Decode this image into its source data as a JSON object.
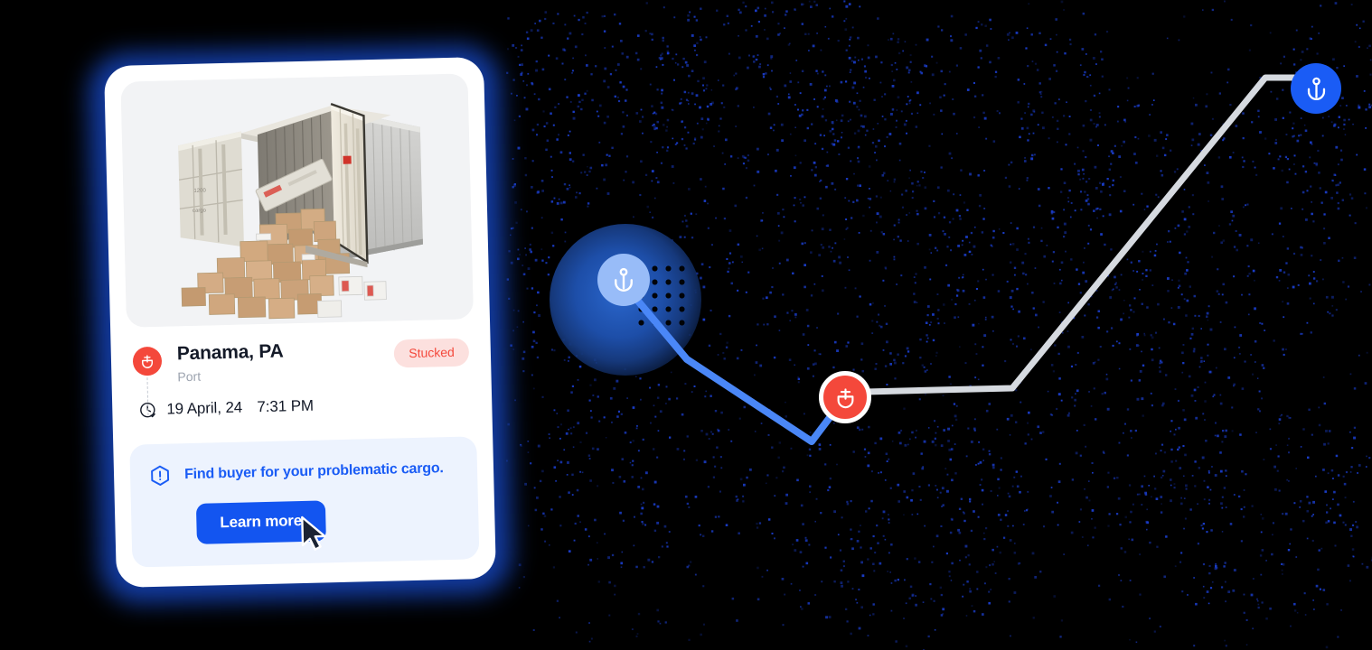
{
  "card": {
    "photo_alt": "shipping-container-with-spilled-boxes",
    "place_name": "Panama, PA",
    "place_type": "Port",
    "status_badge": "Stucked",
    "timestamp_date": "19 April, 24",
    "timestamp_time": "7:31 PM",
    "ship_icon": "ship-icon",
    "clock_icon": "clock-check-icon",
    "promo": {
      "icon": "alert-hexagon-icon",
      "message": "Find buyer for your problematic cargo.",
      "button_label": "Learn more"
    }
  },
  "map": {
    "markers": [
      {
        "id": "origin",
        "icon": "anchor-icon",
        "color": "#98BCF8"
      },
      {
        "id": "current",
        "icon": "ship-icon",
        "color": "#F4483B"
      },
      {
        "id": "destination",
        "icon": "anchor-icon",
        "color": "#1A5CF5"
      }
    ],
    "routes": [
      {
        "id": "completed-route",
        "color": "#4A87F7"
      },
      {
        "id": "remaining-route",
        "color": "#D6DAE0"
      }
    ]
  },
  "colors": {
    "background": "#000000",
    "accent_blue": "#1A5CF5",
    "alert_red": "#F4483B",
    "badge_bg": "#FCE0DE",
    "promo_bg": "#EDF3FE",
    "card_glow": "#123A9E",
    "dot_map": "#1B3FD1"
  }
}
